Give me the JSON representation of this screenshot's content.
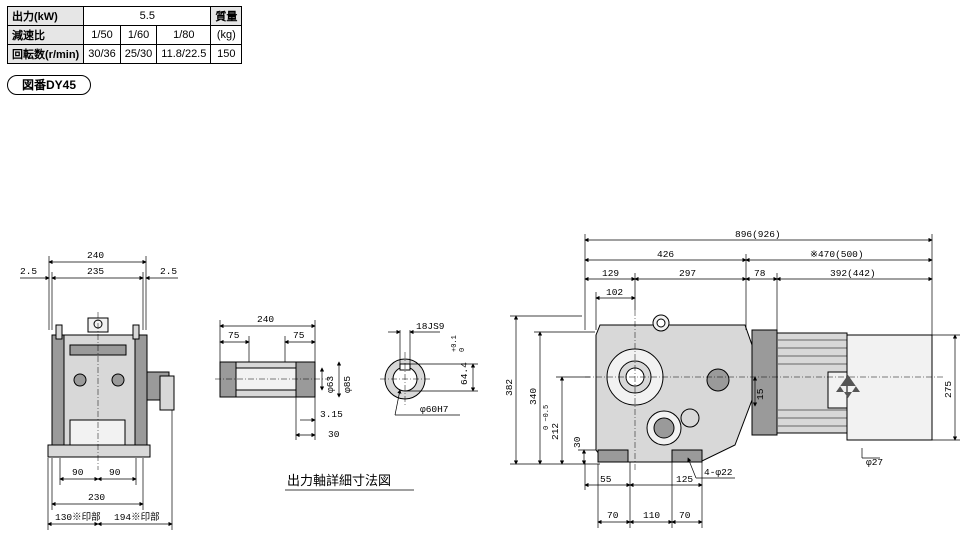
{
  "spec_table": {
    "row1": {
      "label": "出力(kW)",
      "value": "5.5",
      "mass_header": "質量"
    },
    "row2": {
      "label": "減速比",
      "ratios": [
        "1/50",
        "1/60",
        "1/80"
      ],
      "mass_unit": "(kg)"
    },
    "row3": {
      "label": "回転数(r/min)",
      "speeds": [
        "30/36",
        "25/30",
        "11.8/22.5"
      ],
      "mass": "150"
    }
  },
  "figure_label": "図番DY45",
  "side_view": {
    "dims": {
      "d240": "240",
      "d235": "235",
      "d2_5a": "2.5",
      "d2_5b": "2.5",
      "d90a": "90",
      "d90b": "90",
      "d230": "230",
      "d130": "130※印部",
      "d194": "194※印部"
    }
  },
  "shaft_detail": {
    "dims": {
      "d240": "240",
      "d75a": "75",
      "d75b": "75",
      "d63": "φ63",
      "d85": "φ85",
      "d3_15": "3.15",
      "d30": "30"
    }
  },
  "bore_section": {
    "dims": {
      "key": "18JS9",
      "depth": "64.4",
      "tol_up": "+0.1",
      "tol_low": "0",
      "bore": "φ60H7"
    }
  },
  "caption": "出力軸詳細寸法図",
  "front_view": {
    "dims": {
      "d896": "896(926)",
      "d426": "426",
      "d470": "※470(500)",
      "d129": "129",
      "d297": "297",
      "d78": "78",
      "d392": "392(442)",
      "d102": "102",
      "d382": "382",
      "d340": "340",
      "d212": "212",
      "d212_tol": "0 −0.5",
      "d30": "30",
      "d15": "15",
      "d275": "275",
      "d55": "55",
      "d125": "125",
      "hole": "4-φ22",
      "d70a": "70",
      "d110": "110",
      "d70b": "70",
      "d27": "φ27"
    }
  }
}
